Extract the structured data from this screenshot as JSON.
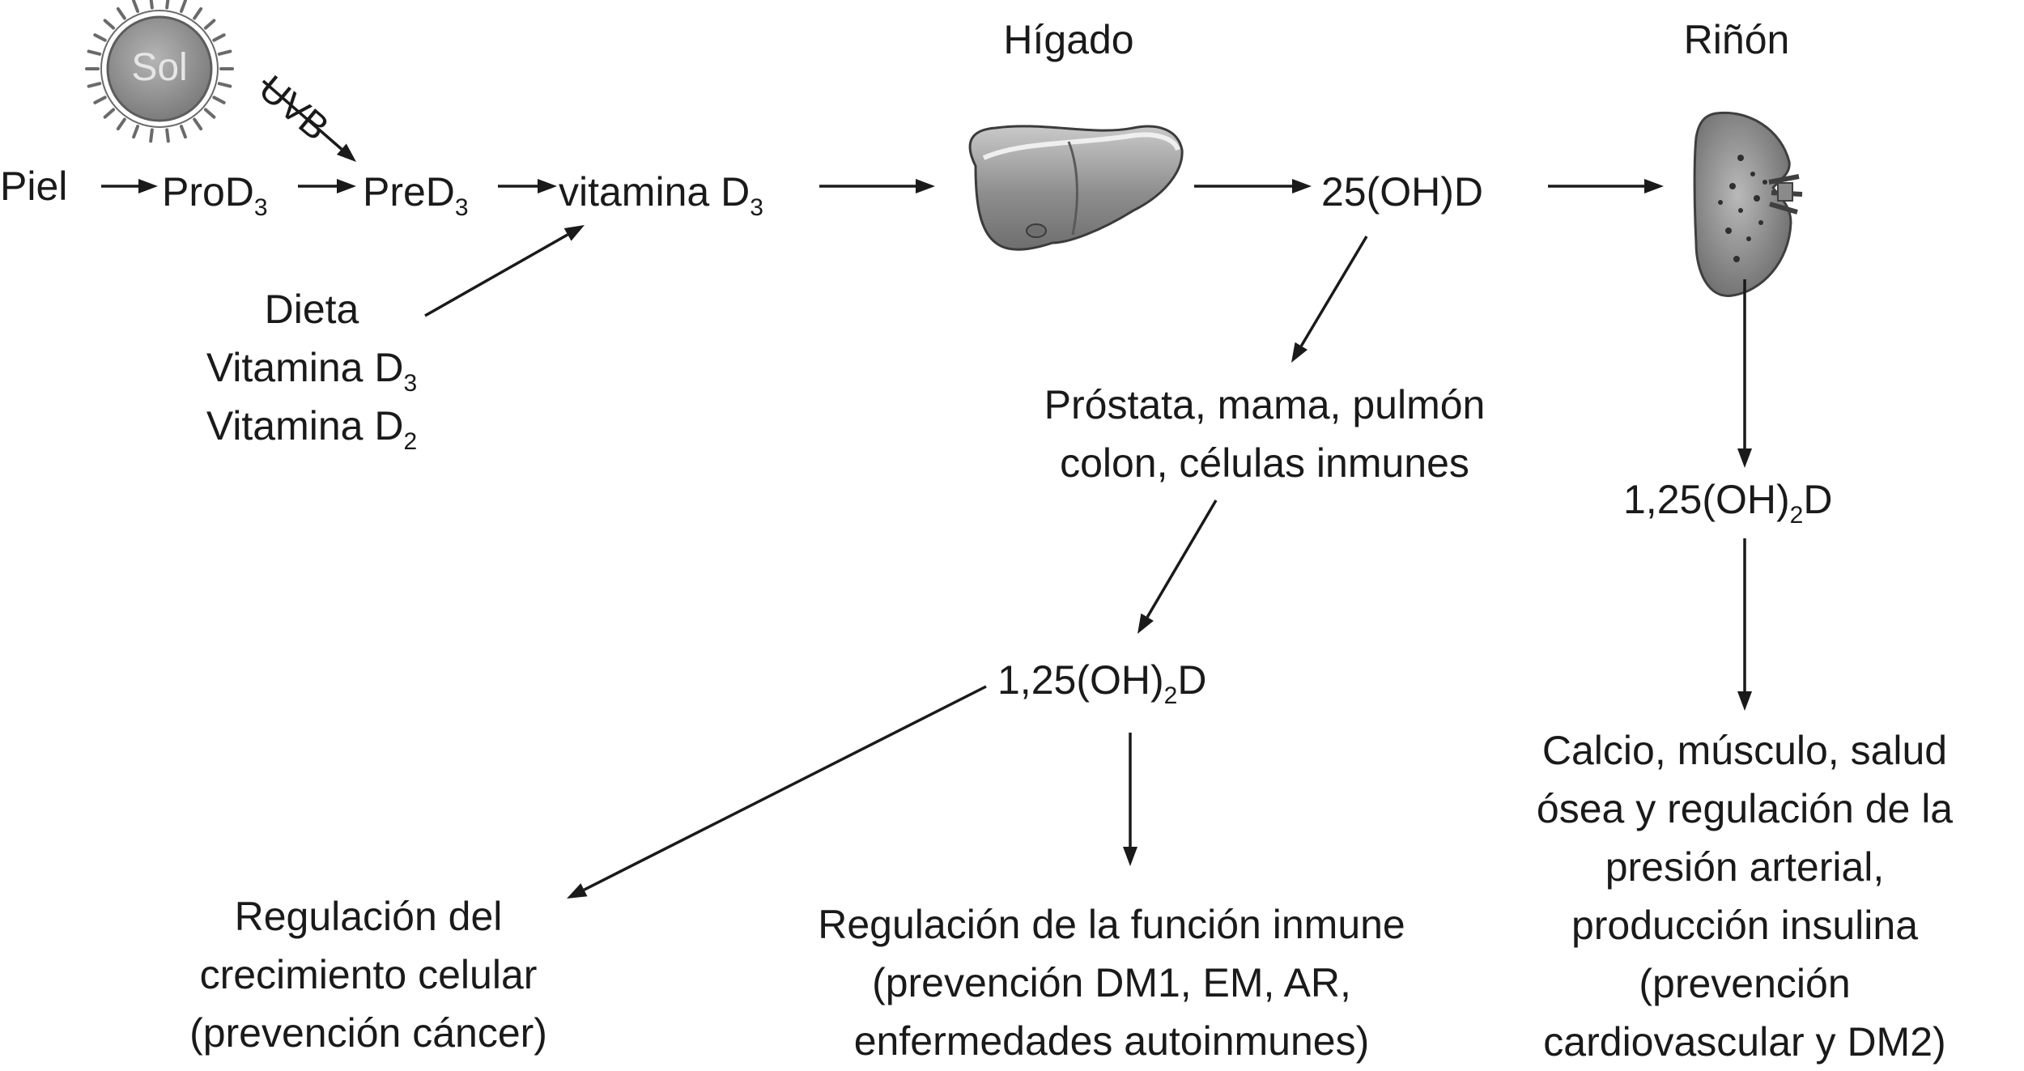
{
  "sun": {
    "label": "Sol"
  },
  "uvb": "UVB",
  "organs": {
    "liver_title": "Hígado",
    "kidney_title": "Riñón"
  },
  "chain": {
    "piel": "Piel",
    "pro": {
      "base": "ProD",
      "sub": "3"
    },
    "pre": {
      "base": "PreD",
      "sub": "3"
    },
    "vit": {
      "base": "vitamina D",
      "sub": "3"
    },
    "ohd": "25(OH)D"
  },
  "diet": {
    "line1": "Dieta",
    "line2": {
      "base": "Vitamina D",
      "sub": "3"
    },
    "line3": {
      "base": "Vitamina D",
      "sub": "2"
    }
  },
  "tissues": {
    "line1": "Próstata, mama, pulmón",
    "line2": "colon, células inmunes"
  },
  "calcitriol": {
    "pre": "1,25(OH)",
    "sub": "2",
    "post": "D"
  },
  "outcomes": {
    "growth": [
      "Regulación del",
      "crecimiento celular",
      "(prevención cáncer)"
    ],
    "immune": [
      "Regulación de la función inmune",
      "(prevención DM1, EM, AR,",
      "enfermedades autoinmunes)"
    ],
    "renal": [
      "Calcio, músculo, salud",
      "ósea y regulación de la",
      "presión arterial,",
      "producción insulina",
      "(prevención",
      "cardiovascular y DM2)"
    ]
  }
}
